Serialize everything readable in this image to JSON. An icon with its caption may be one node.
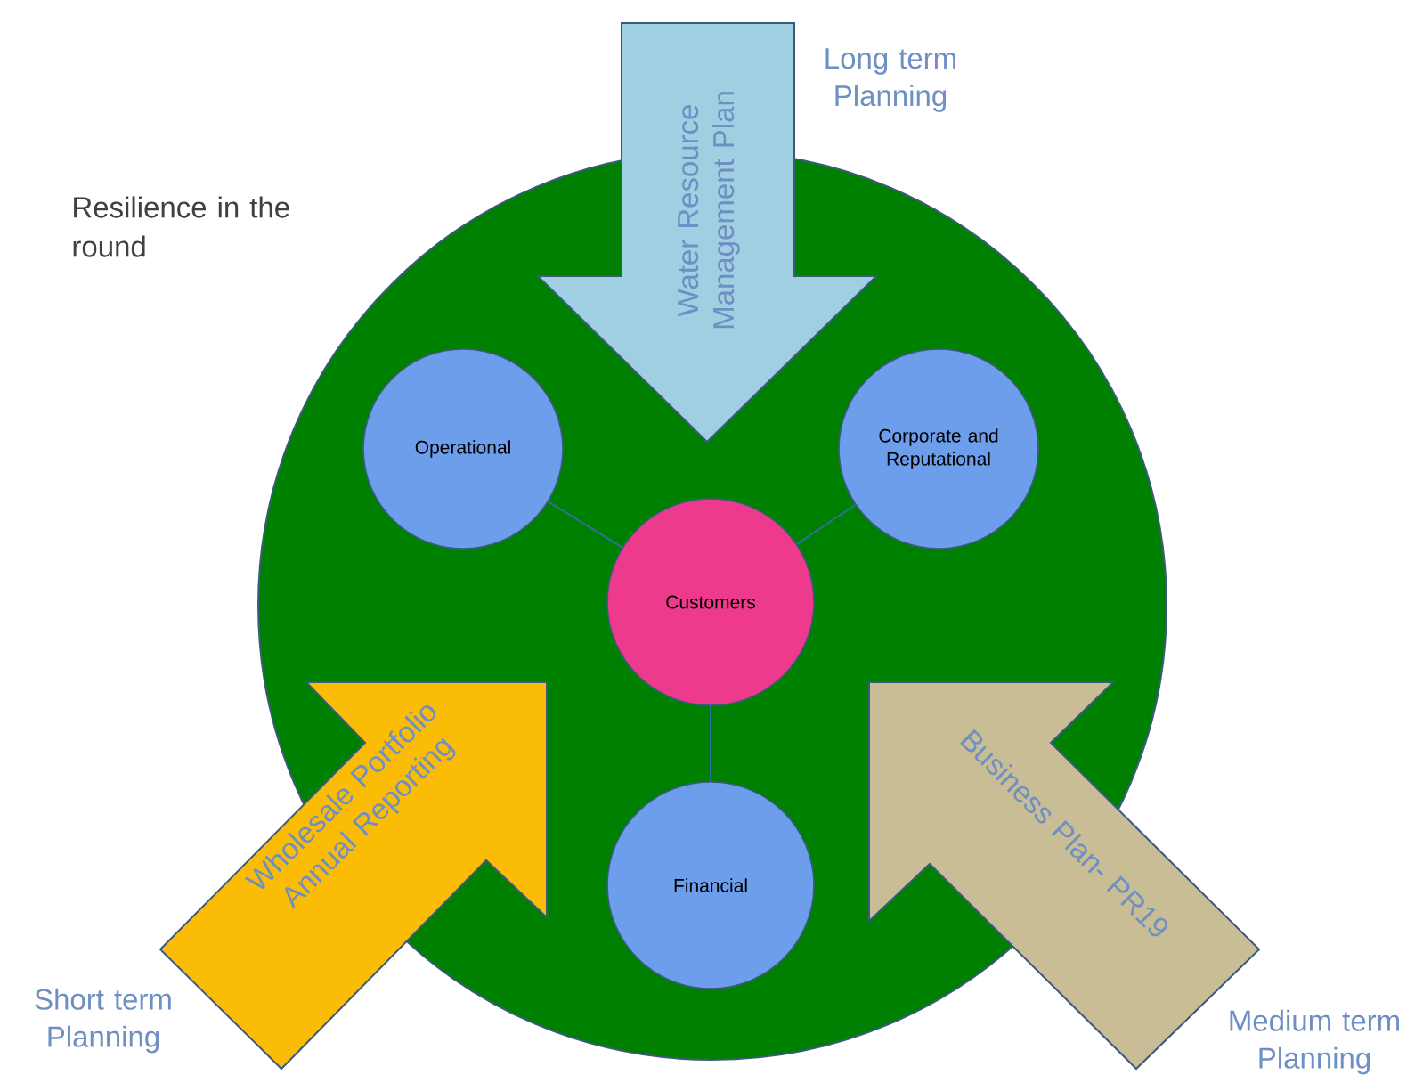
{
  "diagram": {
    "nodes": [
      {
        "text": [],
        "shape": "circle"
      },
      {
        "text": [
          "Operational"
        ],
        "in": 0
      },
      {
        "text": [
          "Corporate and Reputational"
        ],
        "in": 0
      },
      {
        "text": [
          "Customers"
        ],
        "in": 0
      },
      {
        "text": [
          "Financial"
        ],
        "in": 0
      },
      {
        "text": [
          "Water Resource Management Plan"
        ],
        "beside": [
          "Long term Planning"
        ]
      },
      {
        "text": [
          "Wholesale Portfolio Annual Reporting"
        ],
        "beside": [
          "Short term Planning"
        ]
      },
      {
        "text": [
          "Business Plan- PR19"
        ],
        "beside": [
          "Medium term Planning"
        ]
      }
    ],
    "edges": [
      {
        "from": 3,
        "to": 1,
        "arrow": "none"
      },
      {
        "from": 3,
        "to": 2,
        "arrow": "none"
      },
      {
        "from": 3,
        "to": 4,
        "arrow": "none"
      }
    ],
    "labels": [
      "Resilience in the round"
    ]
  }
}
